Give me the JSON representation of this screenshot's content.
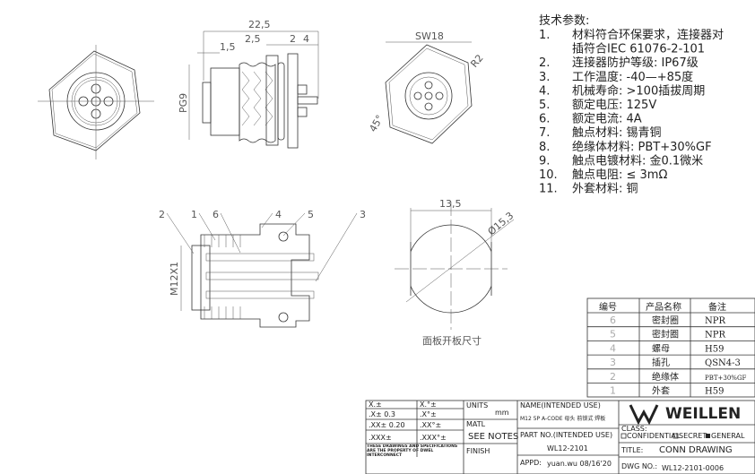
{
  "views": {
    "side_dims": {
      "overall": "22,5",
      "d1": "1,5",
      "d2": "2,5",
      "d3": "2",
      "d4": "4",
      "thread": "PG9"
    },
    "front_dims": {
      "wrench": "SW18",
      "radius": "R2",
      "angle": "45°"
    },
    "section_dims": {
      "thread": "M12X1",
      "callouts": [
        "2",
        "1",
        "6",
        "4",
        "5",
        "3"
      ]
    },
    "cutout": {
      "width": "13,5",
      "diameter": "Ø15,3",
      "caption": "面板开板尺寸"
    }
  },
  "notes": {
    "title": "技术参数:",
    "items": [
      {
        "num": "1.",
        "text": "材料符合环保要求，连接器对"
      },
      {
        "num": "",
        "text": "插符合IEC 61076-2-101"
      },
      {
        "num": "2.",
        "text": "连接器防护等级: IP67级"
      },
      {
        "num": "3.",
        "text": "工作温度: -40—+85度"
      },
      {
        "num": "4.",
        "text": "机械寿命: >100插拔周期"
      },
      {
        "num": "5.",
        "text": "额定电压: 125V"
      },
      {
        "num": "6.",
        "text": "额定电流: 4A"
      },
      {
        "num": "7.",
        "text": "触点材料: 锡青铜"
      },
      {
        "num": "8.",
        "text": "绝缘体材料: PBT+30%GF"
      },
      {
        "num": "9.",
        "text": "触点电镀材料: 金0.1微米"
      },
      {
        "num": "10.",
        "text": "触点电阻: ≤ 3mΩ"
      },
      {
        "num": "11.",
        "text": "外套材料: 铜"
      }
    ]
  },
  "parts_table": {
    "headers": [
      "编号",
      "产品名称",
      "备注"
    ],
    "rows": [
      [
        "6",
        "密封圈",
        "NPR"
      ],
      [
        "5",
        "密封圈",
        "NPR"
      ],
      [
        "4",
        "螺母",
        "H59"
      ],
      [
        "3",
        "插孔",
        "QSN4-3"
      ],
      [
        "2",
        "绝缘体",
        "PBT+30%GF"
      ],
      [
        "1",
        "外套",
        "H59"
      ]
    ]
  },
  "title_block": {
    "tol": [
      [
        "X.±",
        "X.°±"
      ],
      [
        ".X±  0.3",
        ".X°±"
      ],
      [
        ".XX±  0.20",
        ".XX°±"
      ],
      [
        ".XXX±",
        ".XXX°±"
      ]
    ],
    "property_note": "THESE DRAWINGS AND SPECIFICATIONS ARE THE PROPERTY OF DWEL INTERCONNECT",
    "units_label": "UNITS",
    "units": "mm",
    "matl_label": "MATL",
    "matl": "SEE NOTES",
    "finish_label": "FINISH",
    "name_label": "NAME(INTENDED USE)",
    "name": "M12 5P A-CODE 母头 前锁式 焊板",
    "part_label": "PART NO.(INTENDED USE)",
    "part": "WL12-2101",
    "appd_label": "APPD:",
    "appd": "yuan.wu 08/16'20",
    "brand": "WEILLEN",
    "class_label": "CLASS:",
    "class_options": [
      "CONFIDENTIAL",
      "SECRET",
      "GENERAL"
    ],
    "class_selected": "GENERAL",
    "title_label": "TITLE:",
    "title": "CONN DRAWING",
    "dwg_label": "DWG NO.:",
    "dwg": "WL12-2101-0006"
  }
}
